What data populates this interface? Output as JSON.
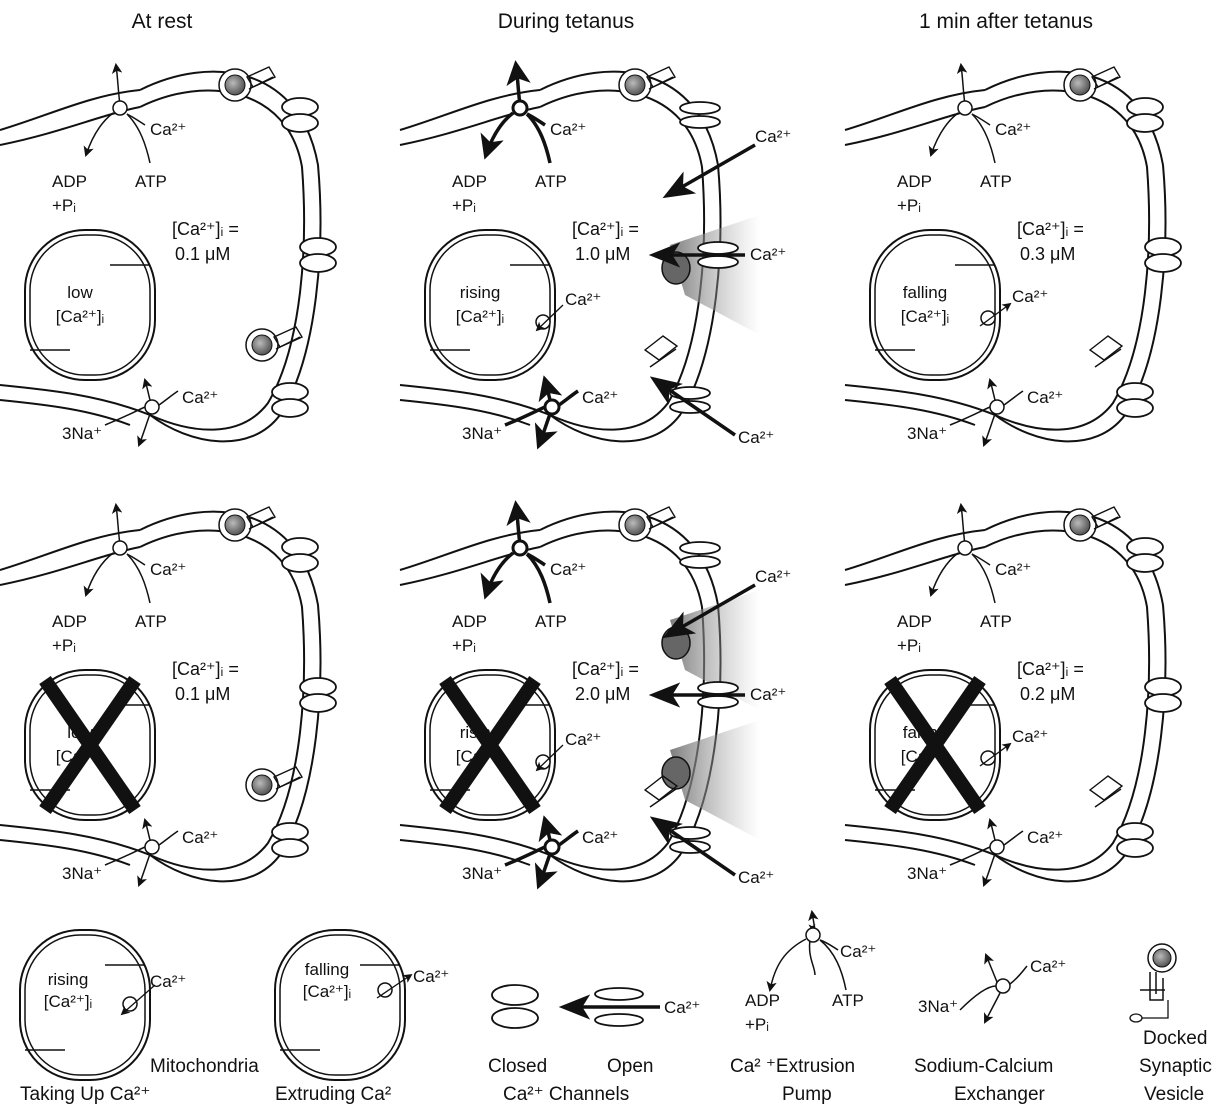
{
  "columns": [
    {
      "title": "At rest",
      "channels": "closed",
      "panels": [
        {
          "conc_line1": "[Ca²⁺]ᵢ =",
          "conc_value": "0.1 μM",
          "mito_word": "low",
          "mito_ca": "[Ca²⁺]ᵢ",
          "mito_mode": "none",
          "mito_blocked": false,
          "vesicles": 2,
          "flares": 0
        },
        {
          "conc_line1": "[Ca²⁺]ᵢ =",
          "conc_value": "0.1 μM",
          "mito_word": "low",
          "mito_ca": "[Ca²⁺]ᵢ",
          "mito_mode": "none",
          "mito_blocked": true,
          "vesicles": 2,
          "flares": 0
        }
      ]
    },
    {
      "title": "During tetanus",
      "channels": "open",
      "panels": [
        {
          "conc_line1": "[Ca²⁺]ᵢ =",
          "conc_value": "1.0 μM",
          "mito_word": "rising",
          "mito_ca": "[Ca²⁺]ᵢ",
          "mito_mode": "in",
          "mito_blocked": false,
          "vesicles": 1,
          "flares": 1
        },
        {
          "conc_line1": "[Ca²⁺]ᵢ =",
          "conc_value": "2.0 μM",
          "mito_word": "rising",
          "mito_ca": "[Ca²⁺]ᵢ",
          "mito_mode": "in",
          "mito_blocked": true,
          "vesicles": 1,
          "flares": 2
        }
      ]
    },
    {
      "title": "1 min after tetanus",
      "channels": "closed",
      "panels": [
        {
          "conc_line1": "[Ca²⁺]ᵢ =",
          "conc_value": "0.3 μM",
          "mito_word": "falling",
          "mito_ca": "[Ca²⁺]ᵢ",
          "mito_mode": "out",
          "mito_blocked": false,
          "vesicles": 1,
          "flares": 0
        },
        {
          "conc_line1": "[Ca²⁺]ᵢ =",
          "conc_value": "0.2 μM",
          "mito_word": "falling",
          "mito_ca": "[Ca²⁺]ᵢ",
          "mito_mode": "out",
          "mito_blocked": true,
          "vesicles": 1,
          "flares": 0
        }
      ]
    }
  ],
  "labels": {
    "ca": "Ca²⁺",
    "adp": "ADP",
    "pi": "+Pᵢ",
    "atp": "ATP",
    "na": "3Na⁺"
  },
  "legend": {
    "mito_in_word": "rising",
    "mito_in_ca": "[Ca²⁺]ᵢ",
    "mito_out_word": "falling",
    "mito_out_ca": "[Ca²⁺]ᵢ",
    "mito_title": "Mitochondria",
    "mito_in_caption": "Taking Up Ca²⁺",
    "mito_out_caption": "Extruding Ca²",
    "closed": "Closed",
    "open": "Open",
    "channels_caption": "Ca²⁺ Channels",
    "pump_caption_1": "Ca² ⁺Extrusion",
    "pump_caption_2": "Pump",
    "exchanger_caption_1": "Sodium-Calcium",
    "exchanger_caption_2": "Exchanger",
    "vesicle_caption_1": "Docked",
    "vesicle_caption_2": "Synaptic",
    "vesicle_caption_3": "Vesicle"
  }
}
